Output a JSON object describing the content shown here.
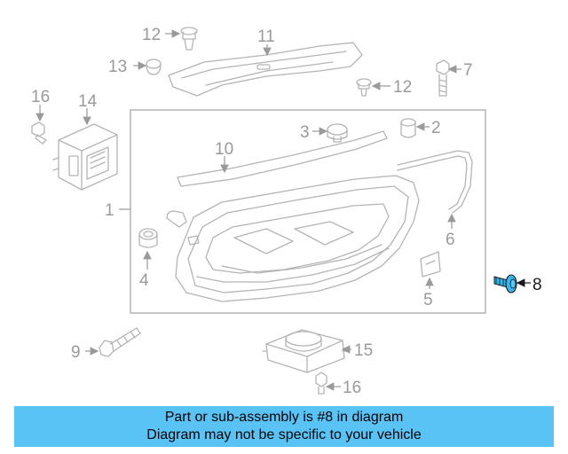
{
  "colors": {
    "caption_background": "#59c3f5",
    "highlight_part": "#33b6f0",
    "part_outline": "#b4b4b4",
    "label_muted": "#9a9a9a",
    "label_active": "#1a1a1a"
  },
  "callouts": {
    "c1": "1",
    "c2": "2",
    "c3": "3",
    "c4": "4",
    "c5": "5",
    "c6": "6",
    "c7": "7",
    "c8": "8",
    "c9": "9",
    "c10": "10",
    "c11": "11",
    "c12a": "12",
    "c12b": "12",
    "c13": "13",
    "c14": "14",
    "c15": "15",
    "c16a": "16",
    "c16b": "16"
  },
  "highlighted_part": "8",
  "caption": {
    "line1": "Part or sub-assembly is #8 in diagram",
    "line2": "Diagram may not be specific to your vehicle"
  }
}
